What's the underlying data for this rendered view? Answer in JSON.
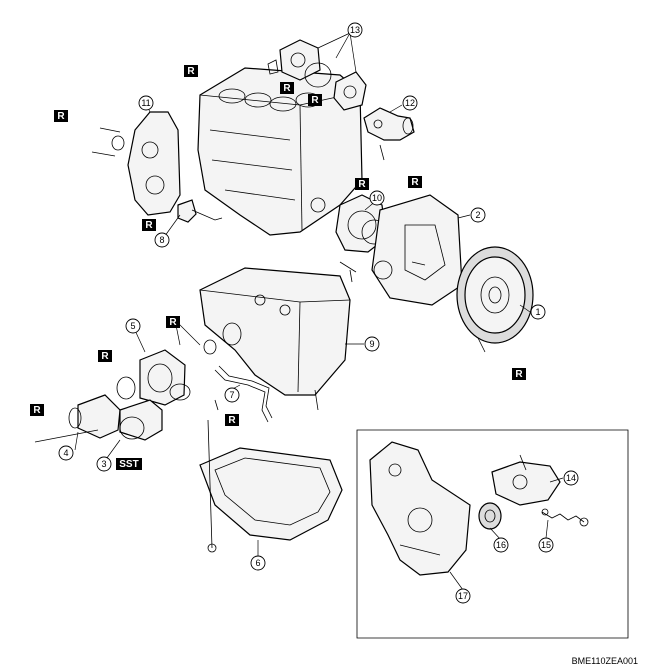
{
  "callouts": [
    "1",
    "2",
    "3",
    "4",
    "5",
    "6",
    "7",
    "8",
    "9",
    "10",
    "11",
    "12",
    "13",
    "14",
    "15",
    "16",
    "17"
  ],
  "badge_replace": "R",
  "badge_sst": "SST",
  "figure_code": "BME110ZEA001"
}
